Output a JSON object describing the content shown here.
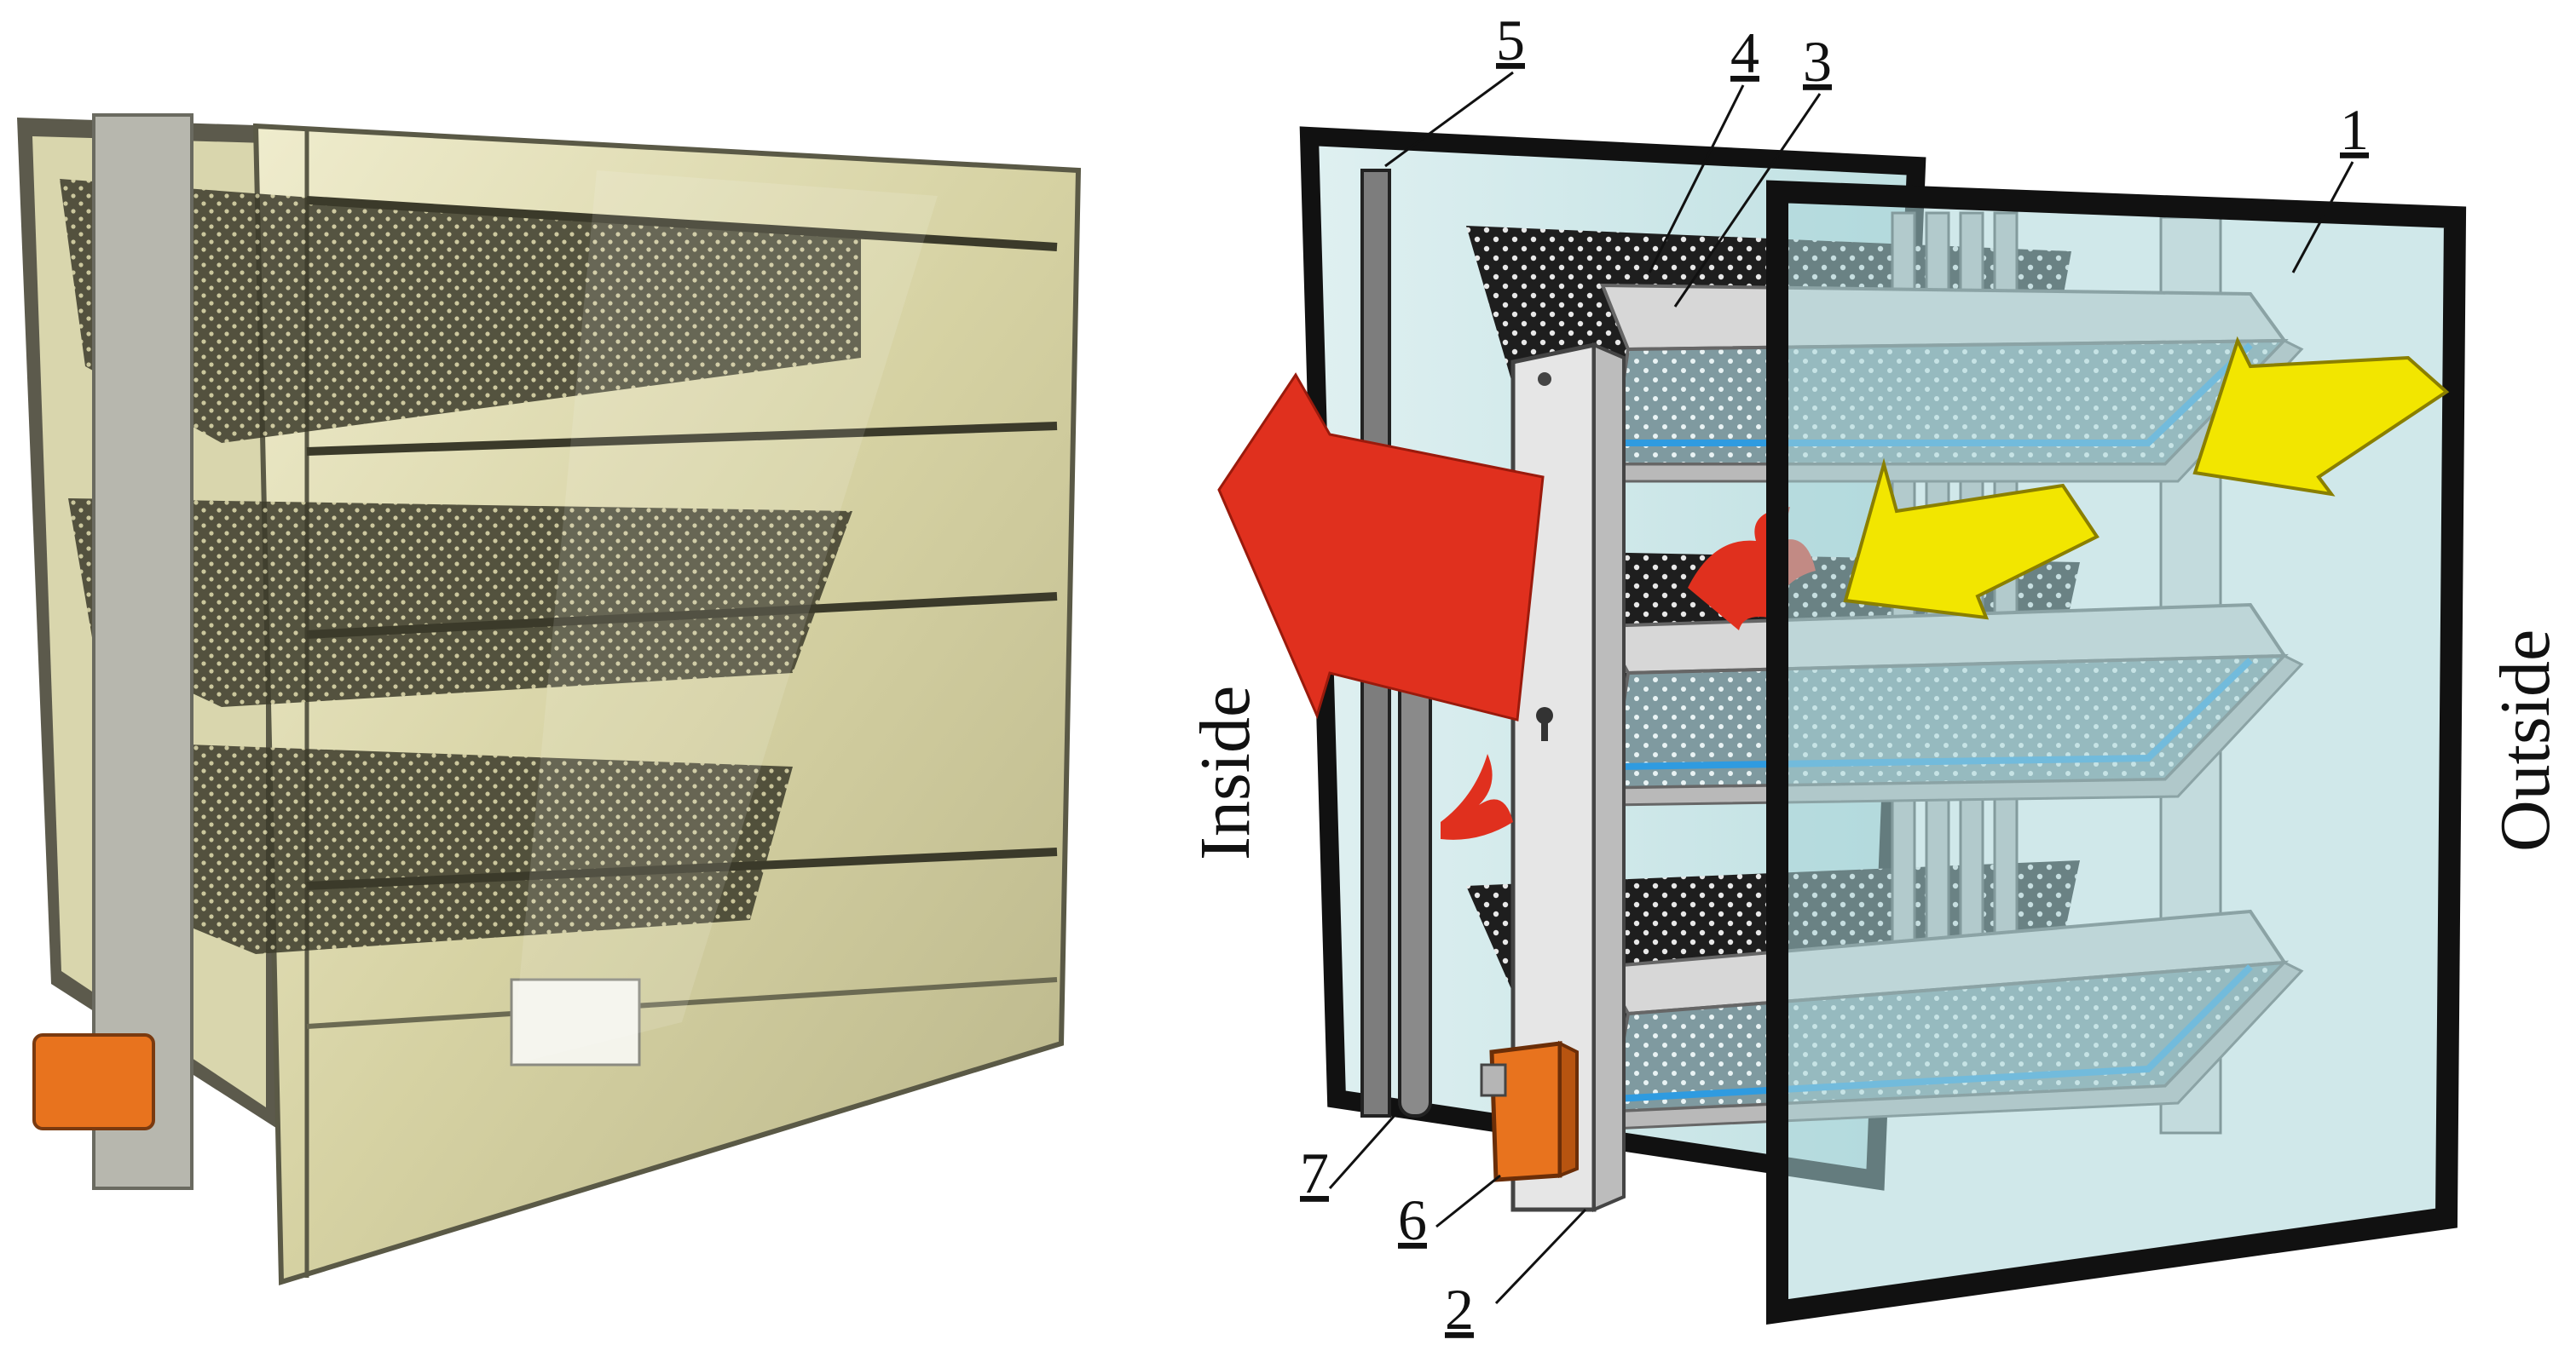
{
  "labels": {
    "inside": "Inside",
    "outside": "Outside"
  },
  "callouts": {
    "n1": "1",
    "n2": "2",
    "n3": "3",
    "n4": "4",
    "n5": "5",
    "n6": "6",
    "n7": "7"
  },
  "colors": {
    "frame": "#111111",
    "glass": "#cfe8ea",
    "glass_outer": "#a9d6d8",
    "slat": "#c9c9c9",
    "slat_edge": "#8a8a8a",
    "mesh": "#222222",
    "blue_seal": "#2f9be0",
    "actuator": "#e8731e",
    "heat_arrow": "#e0301e",
    "air_arrow": "#f2e600",
    "photo_tint": "#d8d4a8"
  }
}
